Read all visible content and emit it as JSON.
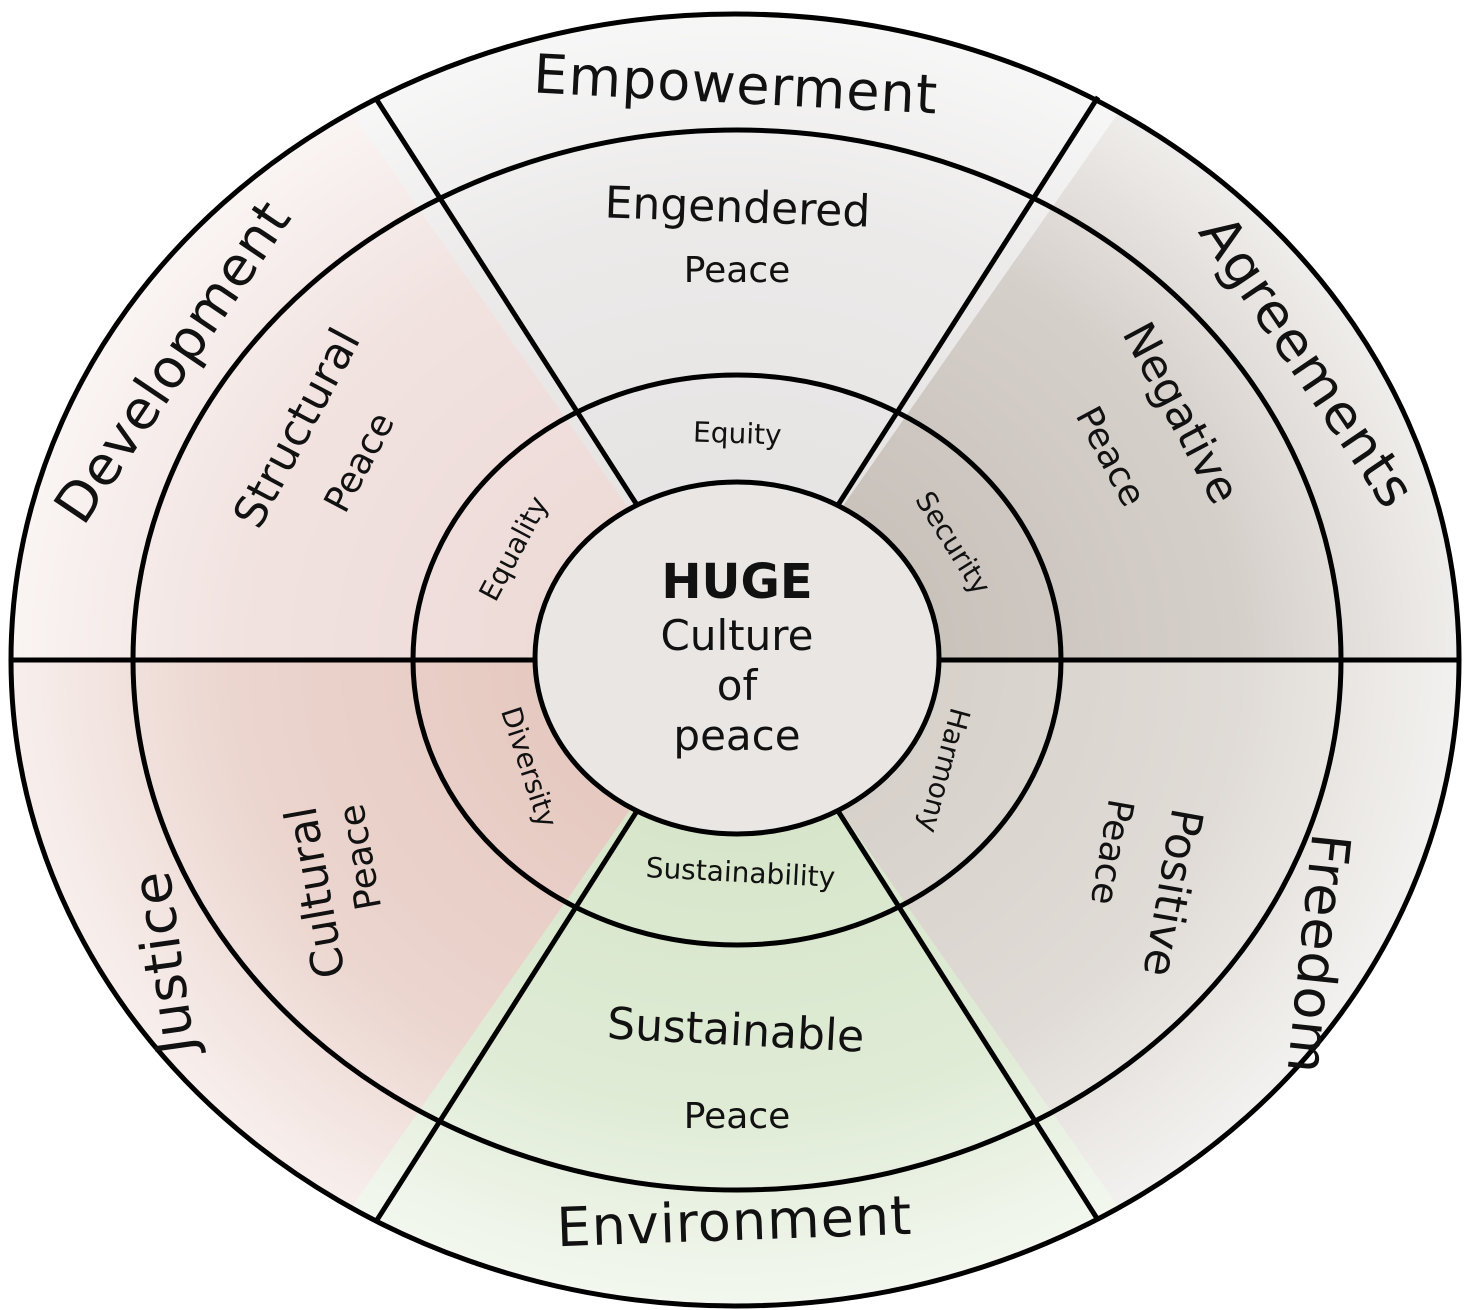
{
  "center": {
    "title": "HUGE",
    "line1": "Culture",
    "line2": "of",
    "line3": "peace"
  },
  "outer_ring": {
    "top": "Empowerment",
    "upper_right": "Agreements",
    "lower_right": "Freedom",
    "bottom": "Environment",
    "lower_left": "Justice",
    "upper_left": "Development"
  },
  "middle_ring": {
    "top": {
      "main": "Engendered",
      "sub": "Peace"
    },
    "upper_right": {
      "main": "Negative",
      "sub": "Peace"
    },
    "lower_right": {
      "main": "Positive",
      "sub": "Peace"
    },
    "bottom": {
      "main": "Sustainable",
      "sub": "Peace"
    },
    "lower_left": {
      "main": "Cultural",
      "sub": "Peace"
    },
    "upper_left": {
      "main": "Structural",
      "sub": "Peace"
    }
  },
  "inner_ring": {
    "top": "Equity",
    "upper_right": "Security",
    "lower_right": "Harmony",
    "bottom": "Sustainability",
    "lower_left": "Diversity",
    "upper_left": "Equality"
  },
  "colors": {
    "outline": "#000000",
    "sector_top": "#c9c4c2",
    "sector_upper_right": "#8a7a6c",
    "sector_lower_right": "#a89a8c",
    "sector_bottom": "#a8c88c",
    "sector_lower_left": "#c98a78",
    "sector_upper_left": "#d9b0aa",
    "center_fill": "#e9e6e4"
  }
}
